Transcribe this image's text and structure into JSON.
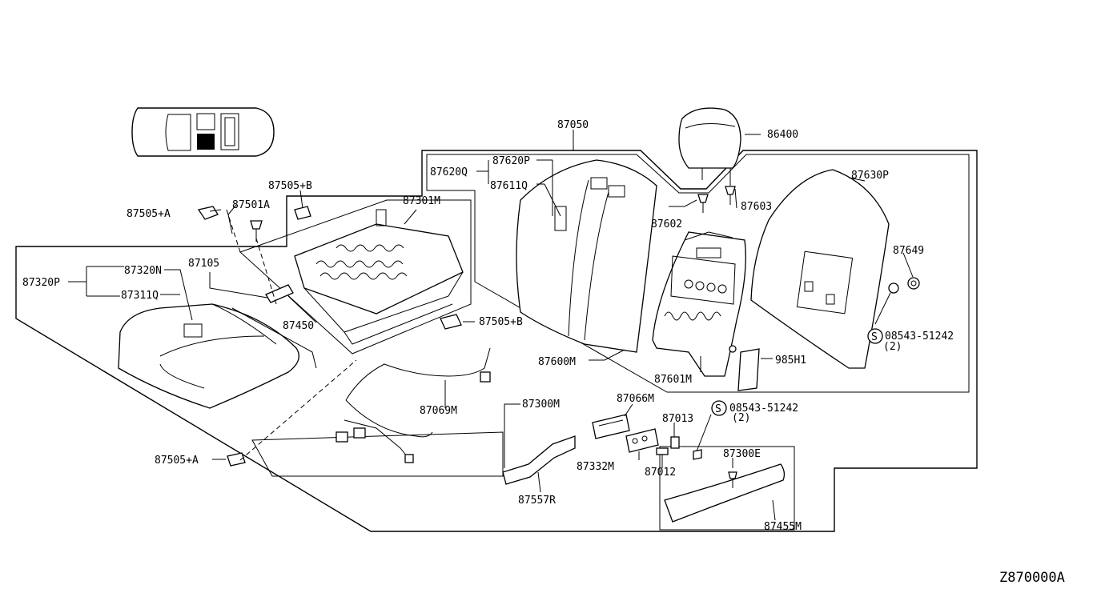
{
  "diagram_id": "Z870000A",
  "labels": {
    "p87050": "87050",
    "p86400": "86400",
    "p87620Q": "87620Q",
    "p87620P": "87620P",
    "p87611Q": "87611Q",
    "p87630P": "87630P",
    "p87603": "87603",
    "p87602": "87602",
    "p87649": "87649",
    "p08543a": "08543-51242",
    "p08543a_qty": "(2)",
    "p985H1": "985H1",
    "p87600M": "87600M",
    "p87601M": "87601M",
    "p87505Ba": "87505+B",
    "p87505Aa": "87505+A",
    "p87501A": "87501A",
    "p87301M": "87301M",
    "p87320N": "87320N",
    "p87320P": "87320P",
    "p87311Q": "87311Q",
    "p87105": "87105",
    "p87450": "87450",
    "p87505Bb": "87505+B",
    "p87069M": "87069M",
    "p87300M": "87300M",
    "p87505Ab": "87505+A",
    "p87066M": "87066M",
    "p87013": "87013",
    "p08543b": "08543-51242",
    "p08543b_qty": "(2)",
    "p87332M": "87332M",
    "p87012": "87012",
    "p87300E": "87300E",
    "p87557R": "87557R",
    "p87455M": "87455M"
  },
  "screw_symbol": "S"
}
